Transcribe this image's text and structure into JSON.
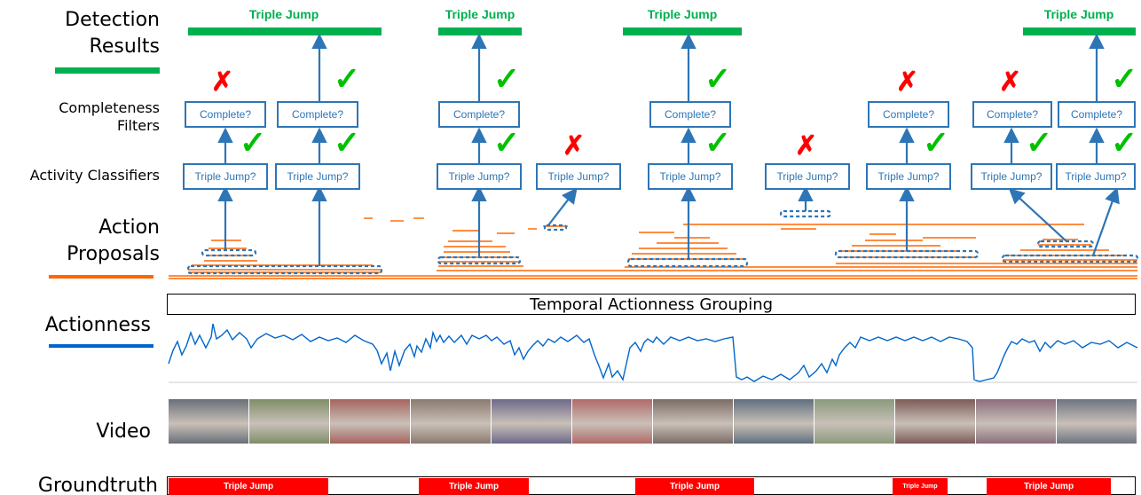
{
  "labels": {
    "detection": [
      "Detection",
      "Results"
    ],
    "completeness": [
      "Completeness",
      "Filters"
    ],
    "classifiers": "Activity Classifiers",
    "proposals": [
      "Action",
      "Proposals"
    ],
    "actionness": "Actionness",
    "video": "Video",
    "groundtruth": "Groundtruth"
  },
  "colors": {
    "detection": "#00b050",
    "proposals": "#ff6600",
    "actionness": "#0066cc",
    "box": "#2e75b6",
    "reject": "#ff0000",
    "accept": "#00c000",
    "groundtruth": "#ff0000"
  },
  "detections": [
    "Triple Jump",
    "Triple Jump",
    "Triple Jump",
    "Triple Jump"
  ],
  "completeness_label": "Complete?",
  "classifier_label": "Triple Jump?",
  "grouping_label": "Temporal Actionness Grouping",
  "accept_mark": "✓",
  "reject_mark": "✗",
  "groundtruth": [
    "Triple Jump",
    "Triple Jump",
    "Triple Jump",
    "Triple Jump",
    "Triple Jump"
  ],
  "video_frames": [
    "#6a6f78",
    "#7f8d68",
    "#a5645f",
    "#8a7a70",
    "#6d6a8a",
    "#b06a68",
    "#7b6c66",
    "#5f6f7e",
    "#8b9a7b",
    "#7d5c58",
    "#8c6e7d",
    "#6f7481"
  ]
}
